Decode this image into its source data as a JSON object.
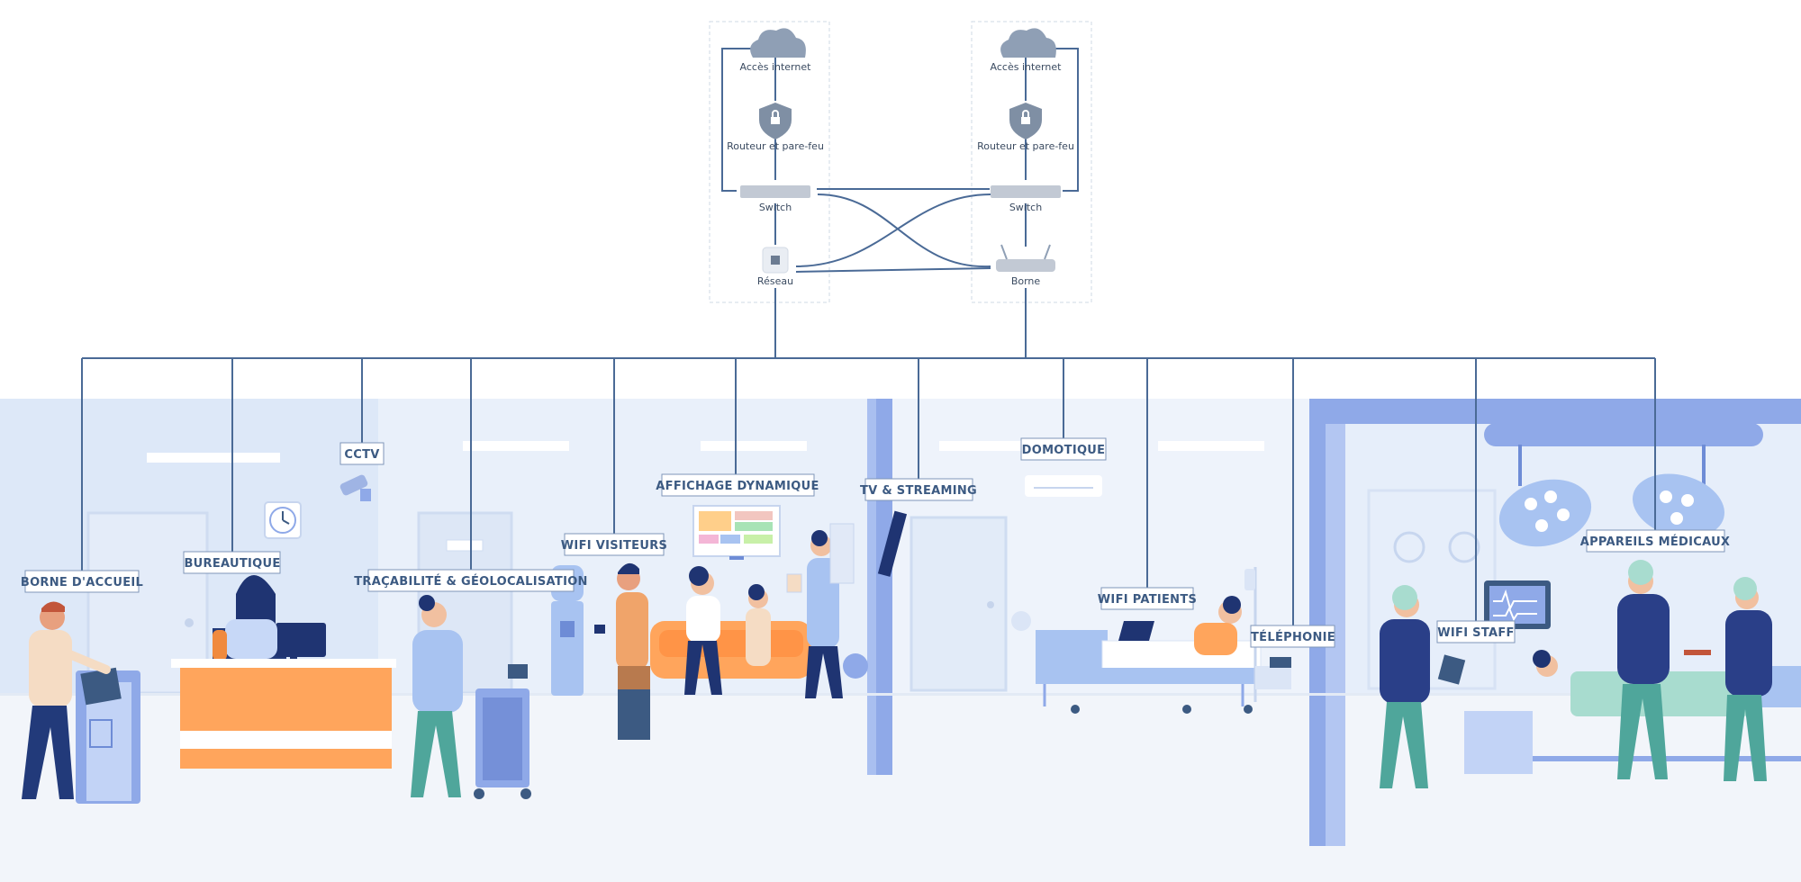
{
  "network": {
    "left": {
      "internet": "Accès internet",
      "router": "Routeur et pare-feu",
      "switch": "Switch",
      "endpoint": "Réseau"
    },
    "right": {
      "internet": "Accès internet",
      "router": "Routeur et pare-feu",
      "switch": "Switch",
      "endpoint": "Borne"
    }
  },
  "zones": {
    "borne_accueil": "BORNE D'ACCUEIL",
    "bureautique": "BUREAUTIQUE",
    "cctv": "CCTV",
    "tracabilite": "TRAÇABILITÉ & GÉOLOCALISATION",
    "wifi_visiteurs": "WIFI VISITEURS",
    "affichage": "AFFICHAGE DYNAMIQUE",
    "tv_streaming": "TV & STREAMING",
    "domotique": "DOMOTIQUE",
    "wifi_patients": "WIFI PATIENTS",
    "telephonie": "TÉLÉPHONIE",
    "wifi_staff": "WIFI STAFF",
    "appareils": "APPAREILS MÉDICAUX"
  },
  "colors": {
    "wire": "#4a6a96",
    "label_text": "#3c5a82",
    "accent_orange": "#ffa55c",
    "room_blue": "#dfeaf9",
    "wall_blue": "#8fa9e8"
  }
}
